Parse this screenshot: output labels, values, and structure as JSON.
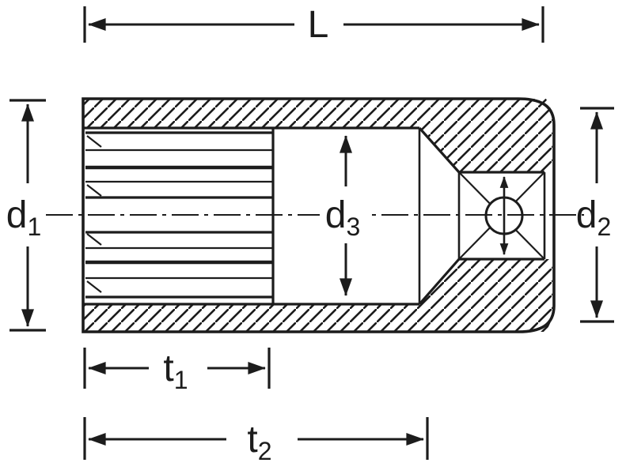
{
  "drawing": {
    "background": "#ffffff",
    "ink": "#1c1c1c",
    "type_note": "socket cross-section dimension drawing",
    "dimensions": {
      "length": {
        "label": "L",
        "sub": ""
      },
      "d1": {
        "label": "d",
        "sub": "1"
      },
      "d2": {
        "label": "d",
        "sub": "2"
      },
      "d3": {
        "label": "d",
        "sub": "3"
      },
      "t1": {
        "label": "t",
        "sub": "1"
      },
      "t2": {
        "label": "t",
        "sub": "2"
      }
    }
  }
}
